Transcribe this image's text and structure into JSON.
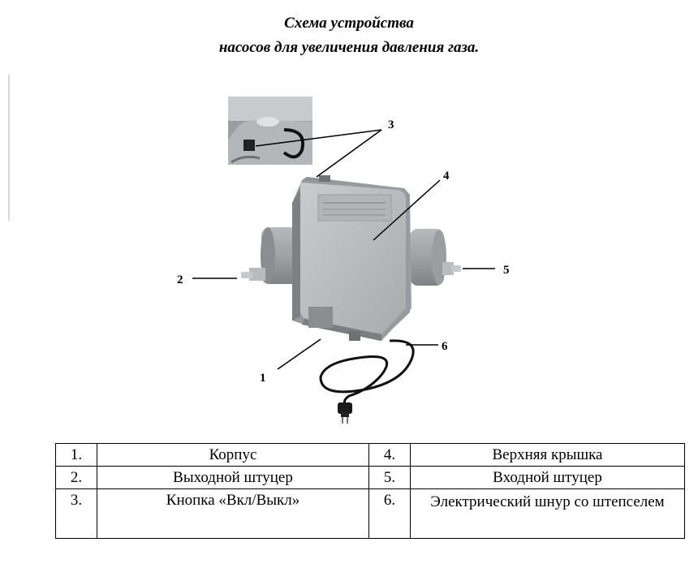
{
  "title": {
    "line1": "Схема устройства",
    "line2": "насосов для увеличения давления газа."
  },
  "callouts": {
    "c1": "1",
    "c2": "2",
    "c3": "3",
    "c4": "4",
    "c5": "5",
    "c6": "6"
  },
  "legend": {
    "rows": [
      {
        "n1": "1.",
        "l1": "Корпус",
        "n2": "4.",
        "l2": "Верхняя крышка"
      },
      {
        "n1": "2.",
        "l1": "Выходной штуцер",
        "n2": "5.",
        "l2": "Входной штуцер"
      },
      {
        "n1": "3.",
        "l1": "Кнопка «Вкл/Выкл»",
        "n2": "6.",
        "l2": "Электрический шнур со штепселем"
      }
    ]
  },
  "colors": {
    "body": "#a9adb0",
    "body_dark": "#8d9194",
    "body_light": "#c4c7c9",
    "cable": "#111111"
  }
}
